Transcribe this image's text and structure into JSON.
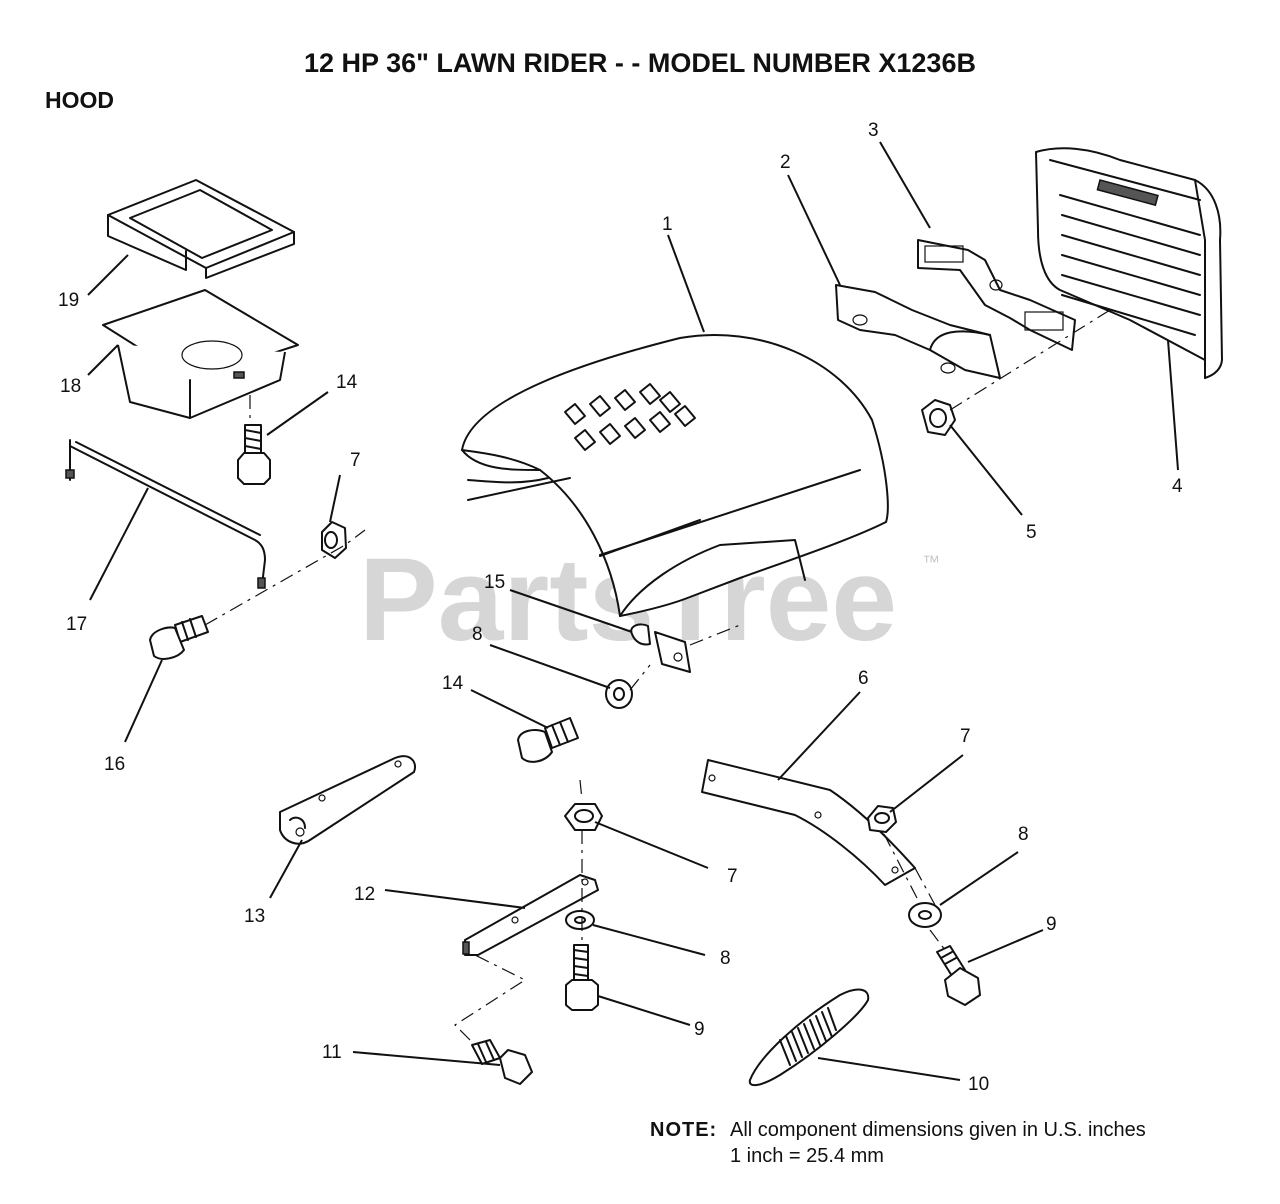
{
  "page": {
    "title": "12 HP 36\" LAWN RIDER - - MODEL NUMBER X1236B",
    "section": "HOOD",
    "watermark": "PartsTree",
    "trademark": "™"
  },
  "note": {
    "label": "NOTE:",
    "line1": "All component dimensions given in U.S. inches",
    "line2": "1 inch = 25.4 mm"
  },
  "callouts": [
    "1",
    "2",
    "3",
    "4",
    "5",
    "6",
    "7",
    "7",
    "7",
    "8",
    "8",
    "8",
    "9",
    "9",
    "10",
    "11",
    "12",
    "13",
    "14",
    "14",
    "15",
    "16",
    "17",
    "18",
    "19"
  ],
  "colors": {
    "ink": "#111111",
    "watermark": "#c9c9c9",
    "background": "#ffffff"
  }
}
